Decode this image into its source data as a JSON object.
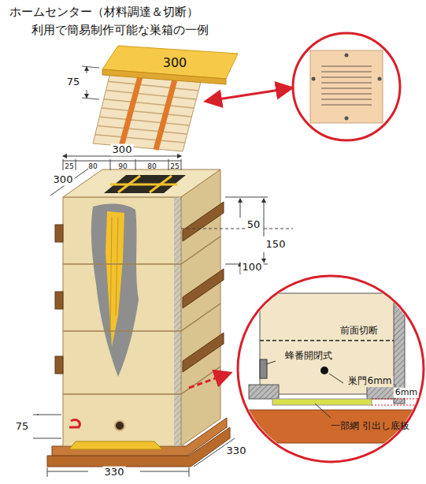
{
  "diagram": {
    "title": "ホームセンター（材料調達＆切断） 利用で簡易制作可能な巣箱の一例",
    "labels": [
      "75",
      "300",
      "300",
      "25",
      "80",
      "90",
      "80",
      "25",
      "300",
      "50",
      "150",
      "100",
      "75",
      "330",
      "330",
      "前面切断",
      "蜂番開閉式",
      "巣門6mm",
      "6mm",
      "一部網 引出し底板"
    ]
  }
}
